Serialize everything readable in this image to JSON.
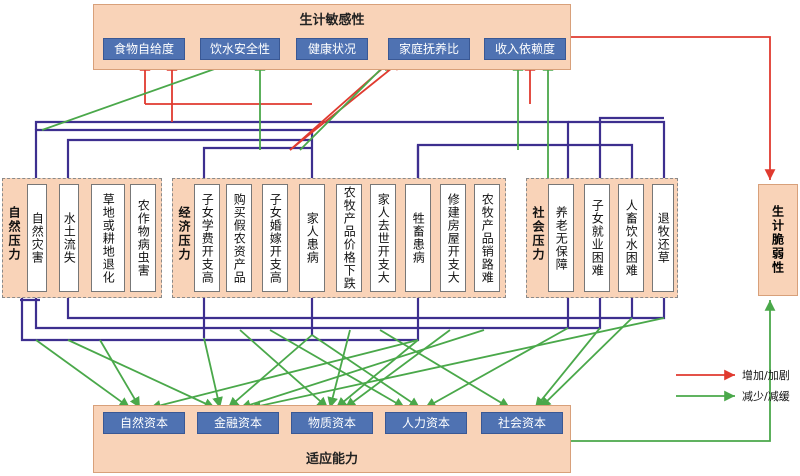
{
  "sensitivity": {
    "title": "生计敏感性",
    "items": [
      "食物自给度",
      "饮水安全性",
      "健康状况",
      "家庭抚养比",
      "收入依赖度"
    ]
  },
  "adaptive": {
    "title": "适应能力",
    "items": [
      "自然资本",
      "金融资本",
      "物质资本",
      "人力资本",
      "社会资本"
    ]
  },
  "pressures": {
    "natural": {
      "label": "自然压力",
      "items": [
        "自然灾害",
        "水土流失",
        "草地或耕地退化",
        "农作物病虫害"
      ]
    },
    "economic": {
      "label": "经济压力",
      "items": [
        "子女学费开支高",
        "购买假农资产品",
        "子女婚嫁开支高",
        "家人患病",
        "农牧产品价格下跌",
        "家人去世开支大",
        "牲畜患病",
        "修建房屋开支大",
        "农牧产品销路难"
      ]
    },
    "social": {
      "label": "社会压力",
      "items": [
        "养老无保障",
        "子女就业困难",
        "人畜饮水困难",
        "退牧还草"
      ]
    }
  },
  "vulnerability": "生计脆弱性",
  "legend": {
    "increase": "增加/加剧",
    "decrease": "减少/减缓"
  },
  "colors": {
    "increase": "#e03a2f",
    "decrease": "#4aa84a",
    "connector": "#3d2f8f",
    "node": "#4f72b2",
    "panel": "#f9d3b8"
  }
}
